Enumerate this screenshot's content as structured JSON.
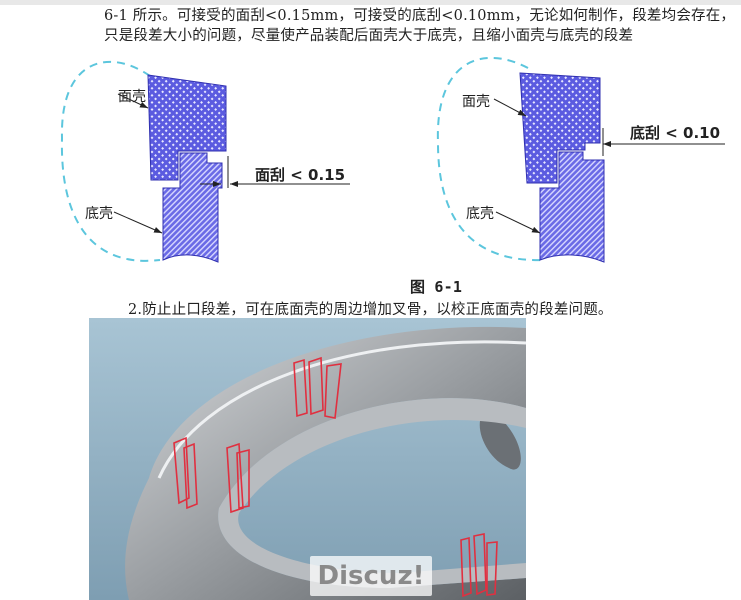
{
  "paragraph": {
    "line1": "6-1 所示。可接受的面刮<0.15mm，可接受的底刮<0.10mm，无论如何制作，段差均会存在，",
    "line2": "只是段差大小的问题，尽量使产品装配后面壳大于底壳，且缩小面壳与底壳的段差"
  },
  "figure": {
    "left": {
      "top_label": "面壳",
      "bottom_label": "底壳",
      "dimension": "面刮 < 0.15"
    },
    "right": {
      "top_label": "面壳",
      "bottom_label": "底壳",
      "dimension": "底刮 < 0.10"
    },
    "caption": "图 6-1"
  },
  "paragraph2": {
    "line": "2.防止止口段差，可在底面壳的周边增加叉骨，以校正底面壳的段差问题。"
  },
  "watermark": "Discuz!",
  "colors": {
    "hatch": "#3a3ad0",
    "outline": "#4fc3d9",
    "rib": "#e03040"
  }
}
